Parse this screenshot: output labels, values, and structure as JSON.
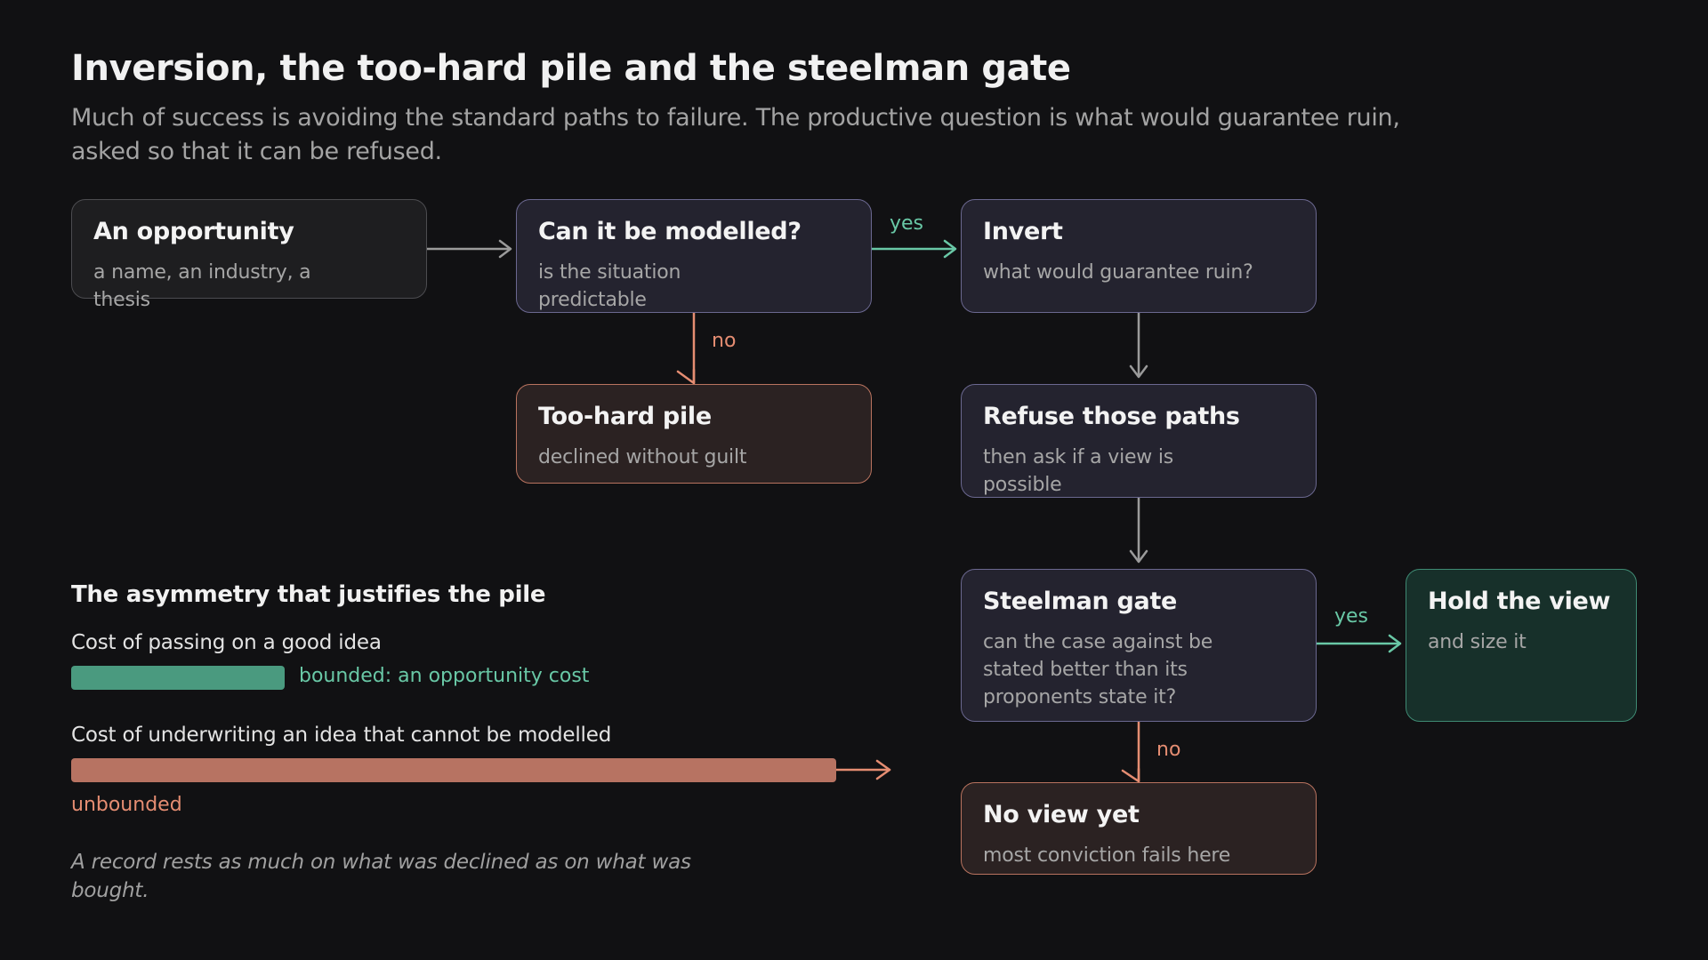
{
  "title": "Inversion, the too-hard pile and the steelman gate",
  "subtitle": "Much of success is avoiding the standard paths to failure. The productive question is what would guarantee ruin, asked so that it can be refused.",
  "colors": {
    "background": "#111113",
    "process_border": "#6b6890",
    "reject_border": "#b9735f",
    "accept_border": "#3f8a73",
    "yes": "#69c8a6",
    "no": "#e58d72"
  },
  "flow": {
    "nodes": [
      {
        "id": "opportunity",
        "title": "An opportunity",
        "subtitle": "a name, an industry, a thesis",
        "kind": "neutral"
      },
      {
        "id": "modelled",
        "title": "Can it be modelled?",
        "subtitle": "is the situation predictable",
        "kind": "process"
      },
      {
        "id": "invert",
        "title": "Invert",
        "subtitle": "what would guarantee ruin?",
        "kind": "process"
      },
      {
        "id": "too_hard",
        "title": "Too-hard pile",
        "subtitle": "declined without guilt",
        "kind": "reject"
      },
      {
        "id": "refuse",
        "title": "Refuse those paths",
        "subtitle": "then ask if a view is possible",
        "kind": "process"
      },
      {
        "id": "steelman",
        "title": "Steelman gate",
        "subtitle": "can the case against be stated better than its proponents state it?",
        "kind": "process"
      },
      {
        "id": "hold",
        "title": "Hold the view",
        "subtitle": "and size it",
        "kind": "accept"
      },
      {
        "id": "no_view",
        "title": "No view yet",
        "subtitle": "most conviction fails here",
        "kind": "reject"
      }
    ],
    "edges": [
      {
        "from": "opportunity",
        "to": "modelled",
        "label": ""
      },
      {
        "from": "modelled",
        "to": "invert",
        "label": "yes"
      },
      {
        "from": "modelled",
        "to": "too_hard",
        "label": "no"
      },
      {
        "from": "invert",
        "to": "refuse",
        "label": ""
      },
      {
        "from": "refuse",
        "to": "steelman",
        "label": ""
      },
      {
        "from": "steelman",
        "to": "hold",
        "label": "yes"
      },
      {
        "from": "steelman",
        "to": "no_view",
        "label": "no"
      }
    ]
  },
  "asymmetry": {
    "heading": "The asymmetry that justifies the pile",
    "good_label": "Cost of passing on a good idea",
    "good_note": "bounded: an opportunity cost",
    "bad_label": "Cost of underwriting an idea that cannot be modelled",
    "bad_note": "unbounded",
    "footnote": "A record rests as much on what was declined as on what was bought."
  }
}
